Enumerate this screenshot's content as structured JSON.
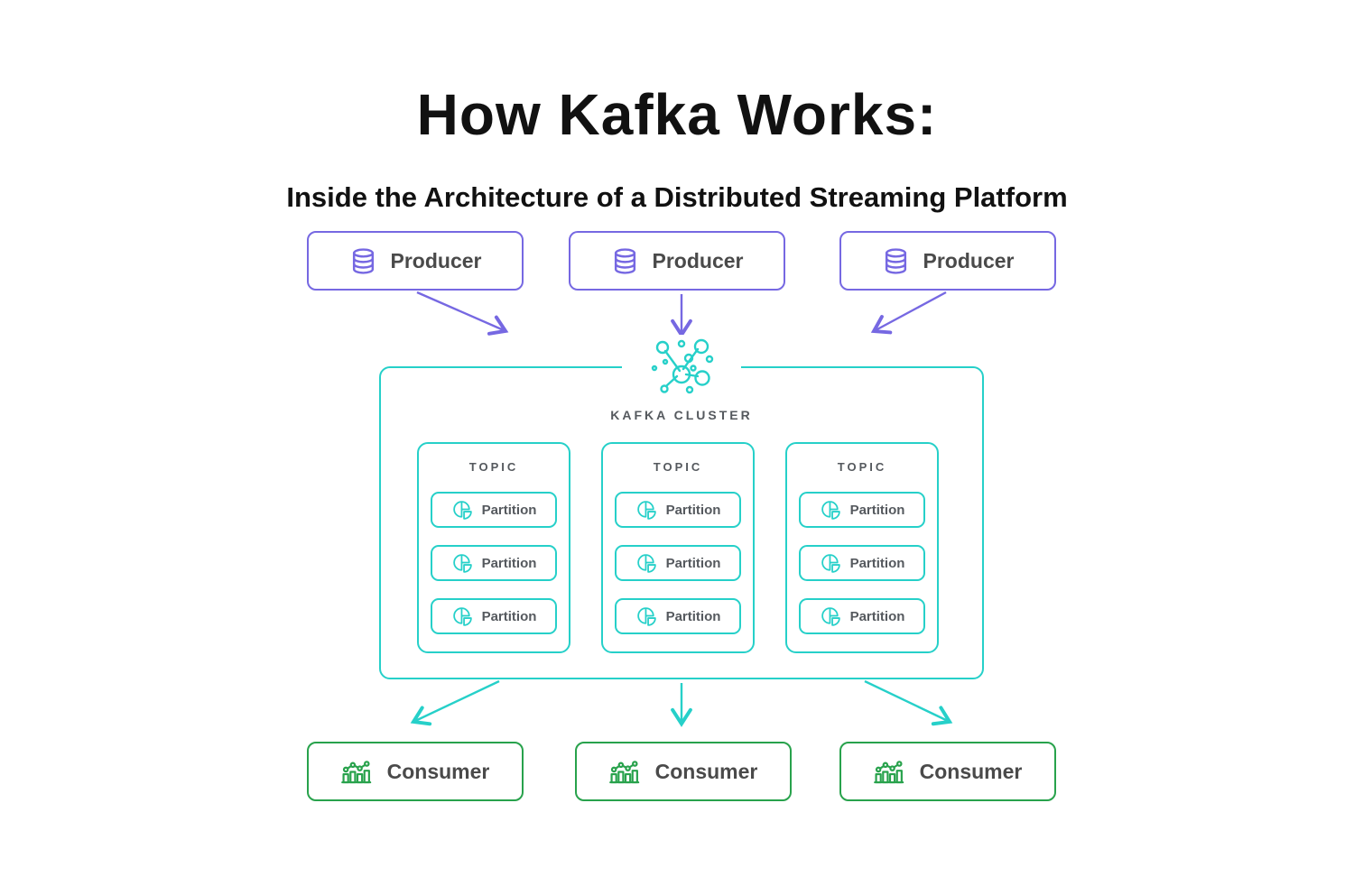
{
  "title": "How Kafka Works:",
  "subtitle": "Inside the Architecture of a Distributed Streaming Platform",
  "producers": [
    {
      "label": "Producer",
      "icon": "database-icon"
    },
    {
      "label": "Producer",
      "icon": "database-icon"
    },
    {
      "label": "Producer",
      "icon": "database-icon"
    }
  ],
  "cluster": {
    "label": "KAFKA CLUSTER",
    "icon": "network-nodes-icon",
    "topics": [
      {
        "label": "TOPIC",
        "partitions": [
          "Partition",
          "Partition",
          "Partition"
        ]
      },
      {
        "label": "TOPIC",
        "partitions": [
          "Partition",
          "Partition",
          "Partition"
        ]
      },
      {
        "label": "TOPIC",
        "partitions": [
          "Partition",
          "Partition",
          "Partition"
        ]
      }
    ]
  },
  "consumers": [
    {
      "label": "Consumer",
      "icon": "bar-chart-icon"
    },
    {
      "label": "Consumer",
      "icon": "bar-chart-icon"
    },
    {
      "label": "Consumer",
      "icon": "bar-chart-icon"
    }
  ],
  "partition_icon": "pie-chart-icon",
  "colors": {
    "producer_accent": "#7668e2",
    "cluster_accent": "#26d0c9",
    "consumer_accent": "#28a24c",
    "title_text": "#111111",
    "label_gray": "#55595e",
    "box_text": "#4a4a4a",
    "background": "#ffffff"
  }
}
